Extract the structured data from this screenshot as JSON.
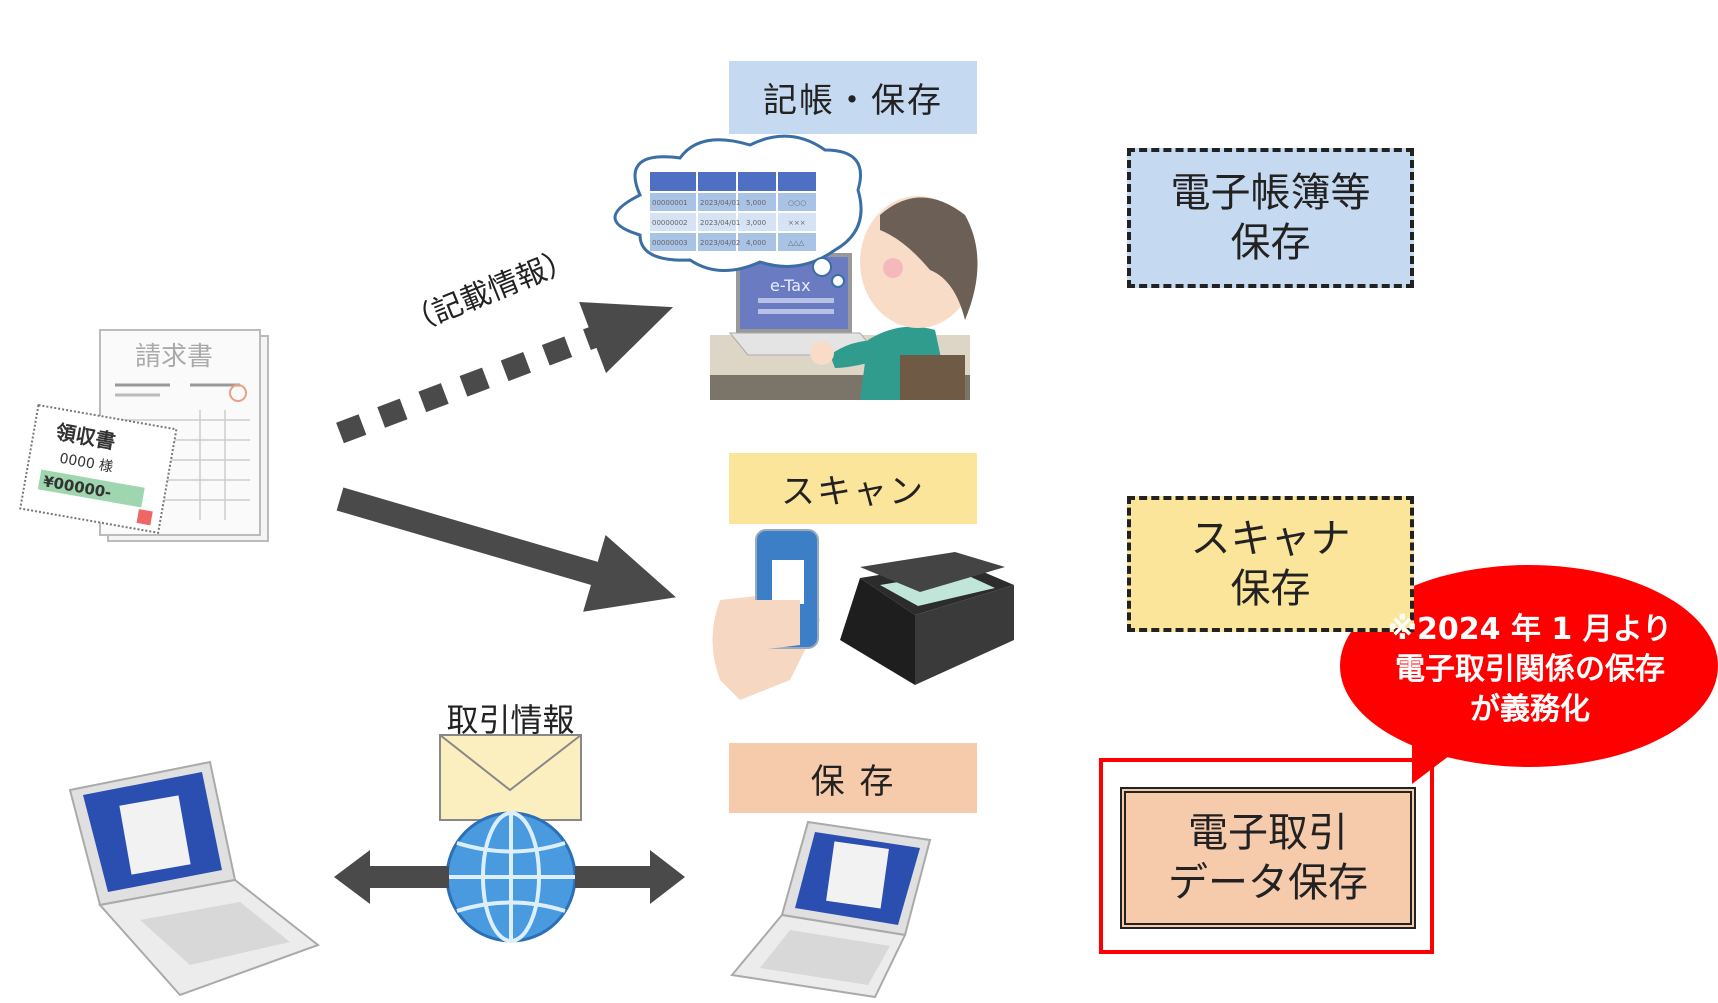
{
  "categories": {
    "bookkeeping": "記帳・保存",
    "scan": "スキャン",
    "save": "保 存"
  },
  "storage_types": {
    "electronic_books": [
      "電子帳簿等",
      "保存"
    ],
    "scanner": [
      "スキャナ",
      "保存"
    ],
    "electronic_transaction": [
      "電子取引",
      "データ保存"
    ]
  },
  "notice_bubble": {
    "lines": [
      "※2024 年 1 月より",
      "電子取引関係の保存",
      "が義務化"
    ],
    "color": "#ff0000"
  },
  "arrow_labels": {
    "entry_info": "（記載情報）",
    "transaction_info": "取引情報"
  },
  "illustrations": {
    "invoice_title": "請求書",
    "receipt_title": "領収書",
    "receipt_amount": "¥00000-",
    "receipt_name": "0000 様",
    "screen_text": "e-Tax",
    "ledger_rows": [
      [
        "00000001",
        "2023/04/01",
        "5,000",
        "○○○"
      ],
      [
        "00000002",
        "2023/04/01",
        "3,000",
        "×××"
      ],
      [
        "00000003",
        "2023/04/02",
        "4,000",
        "△△△"
      ]
    ]
  },
  "colors": {
    "blue_box": "#c5d9f1",
    "yellow_box": "#fbe59a",
    "peach_box": "#f5cbac",
    "arrow": "#4a4a4a",
    "highlight_red": "#ff0000"
  }
}
